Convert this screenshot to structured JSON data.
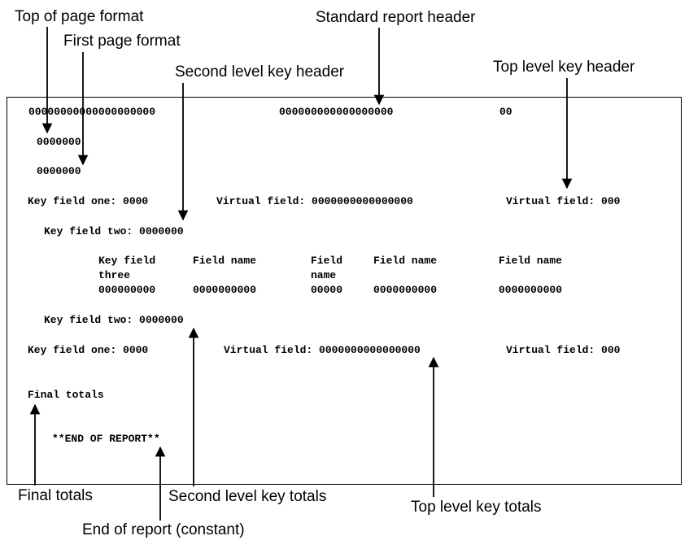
{
  "callouts": {
    "top_of_page_format": "Top of page format",
    "first_page_format": "First page format",
    "standard_report_header": "Standard report header",
    "second_level_key_header": "Second level key header",
    "top_level_key_header": "Top level key header",
    "final_totals": "Final totals",
    "second_level_key_totals": "Second level key totals",
    "top_level_key_totals": "Top level key totals",
    "end_of_report_constant": "End of report (constant)"
  },
  "report": {
    "header_left": "00000000000000000000",
    "header_mid": "000000000000000000",
    "header_right": "00",
    "top_page_field": "0000000",
    "first_page_field": "0000000",
    "key1_header": {
      "key_field_one": "Key field one: 0000",
      "virtual_field_a": "Virtual field: 0000000000000000",
      "virtual_field_b": "Virtual field: 000"
    },
    "key2_header": "Key field two: 0000000",
    "detail": {
      "col1_head1": "Key field",
      "col1_head2": "three",
      "col2_head": "Field name",
      "col3_head1": "Field",
      "col3_head2": "name",
      "col4_head": "Field name",
      "col5_head": "Field name",
      "col1_val": "000000000",
      "col2_val": "0000000000",
      "col3_val": "00000",
      "col4_val": "0000000000",
      "col5_val": "0000000000"
    },
    "key2_total": "Key field two: 0000000",
    "key1_total": {
      "key_field_one": "Key field one: 0000",
      "virtual_field_a": "Virtual field: 0000000000000000",
      "virtual_field_b": "Virtual field: 000"
    },
    "final_totals": "Final totals",
    "end_of_report": "**END OF REPORT**"
  }
}
